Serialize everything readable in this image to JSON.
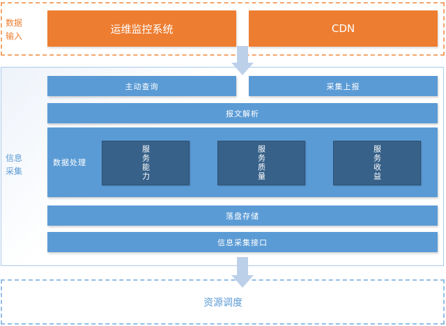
{
  "input_section": {
    "label_line1": "数据",
    "label_line2": "输入",
    "sources": [
      "运维监控系统",
      "CDN"
    ]
  },
  "collect_section": {
    "label_line1": "信息",
    "label_line2": "采集",
    "methods": [
      "主动查询",
      "采集上报"
    ],
    "parse": "报文解析",
    "processing": {
      "label": "数据处理",
      "modules": [
        "服务能力",
        "服务质量",
        "服务收益"
      ]
    },
    "storage": "落盘存储",
    "interface": "信息采集接口"
  },
  "output_section": {
    "label": "资源调度"
  },
  "colors": {
    "orange": "#ed7d31",
    "orange_dash": "#f2a46a",
    "blue": "#5b9bd5",
    "dark_blue": "#376189",
    "arrow": "#bdd0ea",
    "blue_dash": "#93bde4",
    "label_blue": "#5b9bd5"
  }
}
